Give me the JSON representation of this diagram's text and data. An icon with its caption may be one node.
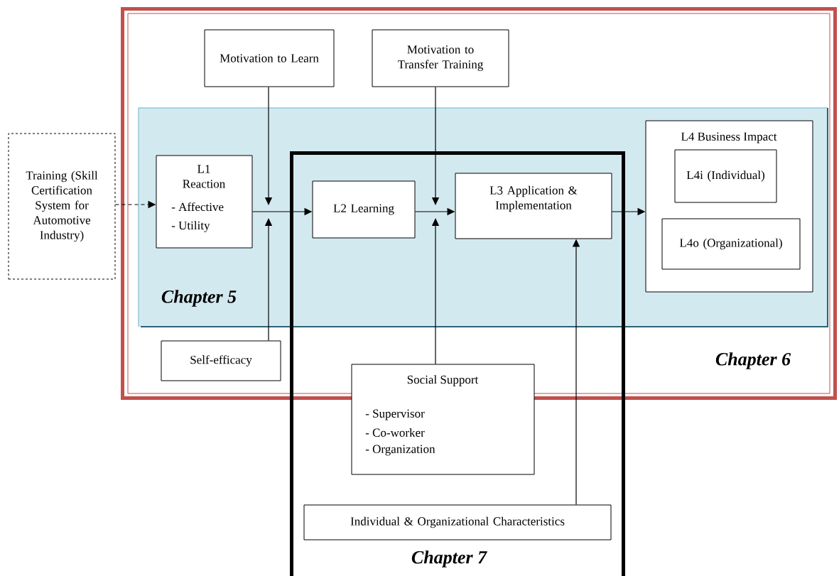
{
  "diagram": {
    "nodes": [
      {
        "text": [
          "Chapter 6"
        ]
      },
      {
        "text": [
          "Motivation to Learn"
        ],
        "in": 0
      },
      {
        "text": [
          "Motivation to Transfer Training"
        ],
        "in": 0
      },
      {
        "text": [
          "Chapter 5"
        ],
        "in": 0
      },
      {
        "text": [
          "Training (Skill Certification System for Automotive Industry)"
        ]
      },
      {
        "text": [
          "L1 Reaction",
          "- Affective",
          "- Utility"
        ],
        "in": 3
      },
      {
        "text": [
          "Chapter 7"
        ]
      },
      {
        "text": [
          "L2 Learning"
        ]
      },
      {
        "text": [
          "L3 Application & Implementation"
        ]
      },
      {
        "text": [
          "L4 Business Impact"
        ],
        "in": 3
      },
      {
        "text": [
          "L4i (Individual)"
        ],
        "in": 9
      },
      {
        "text": [
          "L4o (Organizational)"
        ],
        "in": 9
      },
      {
        "text": [
          "Self-efficacy"
        ],
        "in": 0
      },
      {
        "text": [
          "Social Support",
          "- Supervisor",
          "- Co-worker",
          "- Organization"
        ],
        "in": 6
      },
      {
        "text": [
          "Individual & Organizational Characteristics"
        ],
        "in": 6
      }
    ],
    "edges": [
      {
        "from": 4,
        "to": 5,
        "arrow": "to",
        "style": "dashed"
      },
      {
        "from": 5,
        "to": 7,
        "arrow": "to"
      },
      {
        "from": 7,
        "to": 8,
        "arrow": "to"
      },
      {
        "from": 8,
        "to": 9,
        "arrow": "to"
      },
      {
        "from": 1,
        "to": null,
        "arrow": "to"
      },
      {
        "from": 12,
        "to": null,
        "arrow": "to"
      },
      {
        "from": 2,
        "to": null,
        "arrow": "to"
      },
      {
        "from": 13,
        "to": null,
        "arrow": "to"
      },
      {
        "from": 14,
        "to": 8,
        "arrow": "to"
      }
    ]
  }
}
